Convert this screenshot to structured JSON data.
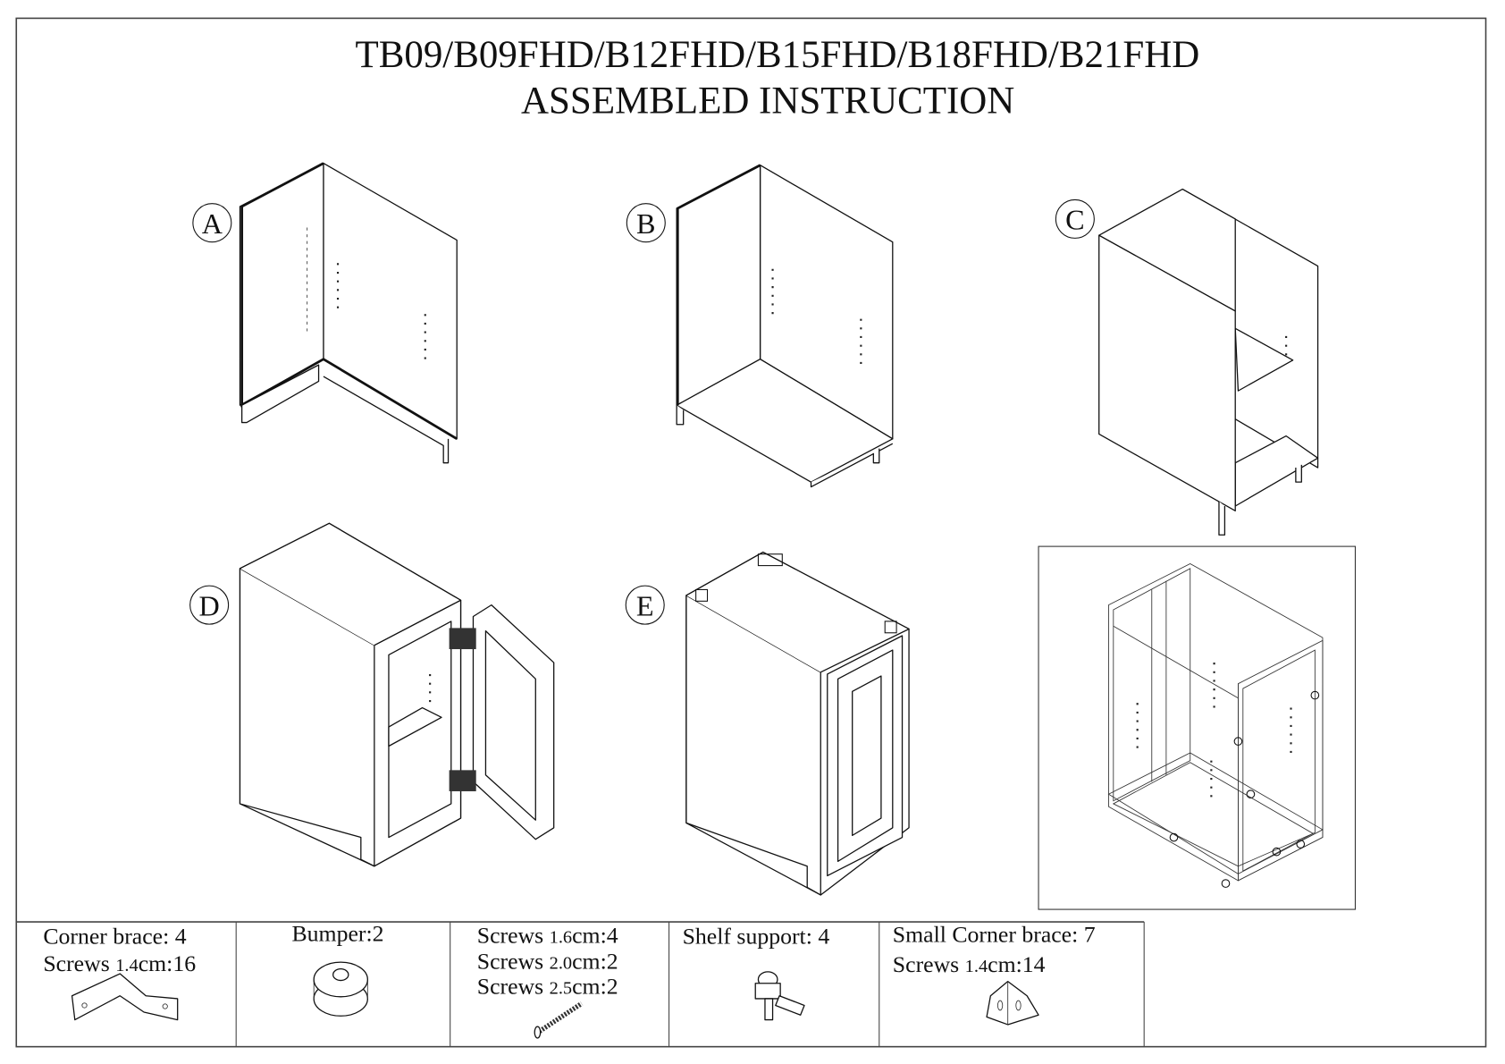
{
  "title": {
    "line1": "TB09/B09FHD/B12FHD/B15FHD/B18FHD/B21FHD",
    "line2": "ASSEMBLED INSTRUCTION"
  },
  "steps": [
    "A",
    "B",
    "C",
    "D",
    "E"
  ],
  "parts": [
    {
      "lines": [
        {
          "text": "Corner brace: 4"
        },
        {
          "pre": "Screws ",
          "size": "1.4",
          "post": "cm:16"
        }
      ],
      "icon": "corner-brace-icon"
    },
    {
      "lines": [
        {
          "text": "Bumper:2"
        }
      ],
      "icon": "bumper-icon"
    },
    {
      "lines": [
        {
          "pre": "Screws ",
          "size": "1.6",
          "post": "cm:4"
        },
        {
          "pre": "Screws ",
          "size": "2.0",
          "post": "cm:2"
        },
        {
          "pre": "Screws ",
          "size": "2.5",
          "post": "cm:2"
        }
      ],
      "icon": "screw-icon"
    },
    {
      "lines": [
        {
          "text": "Shelf support: 4"
        }
      ],
      "icon": "shelf-support-icon"
    },
    {
      "lines": [
        {
          "text": "Small Corner brace: 7"
        },
        {
          "pre": "Screws ",
          "size": "1.4",
          "post": "cm:14"
        }
      ],
      "icon": "small-corner-brace-icon"
    }
  ]
}
